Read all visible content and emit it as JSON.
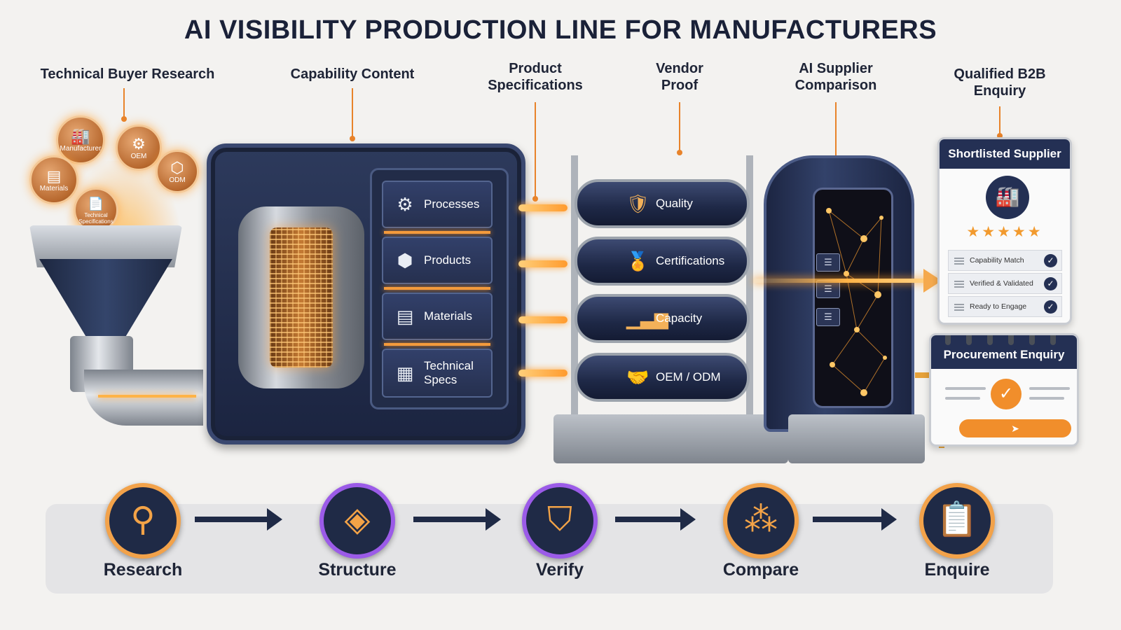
{
  "title": "AI VISIBILITY PRODUCTION LINE FOR MANUFACTURERS",
  "stages": [
    {
      "label": "Technical Buyer Research"
    },
    {
      "label": "Capability Content"
    },
    {
      "label": "Product\nSpecifications"
    },
    {
      "label": "Vendor\nProof"
    },
    {
      "label": "AI Supplier\nComparison"
    },
    {
      "label": "Qualified B2B\nEnquiry"
    }
  ],
  "inputs": [
    {
      "label": "Manufacturer",
      "icon": "factory-icon"
    },
    {
      "label": "OEM",
      "icon": "gear-icon"
    },
    {
      "label": "ODM",
      "icon": "cube-icon"
    },
    {
      "label": "Materials",
      "icon": "material-blocks-icon"
    },
    {
      "label": "Technical Specifications",
      "icon": "document-icon"
    }
  ],
  "content_panels": [
    {
      "label": "Processes",
      "icon": "gears-icon"
    },
    {
      "label": "Products",
      "icon": "cube-icon"
    },
    {
      "label": "Materials",
      "icon": "material-blocks-icon"
    },
    {
      "label": "Technical Specs",
      "icon": "document-icon"
    }
  ],
  "proof_cylinders": [
    {
      "label": "Quality",
      "icon": "shield-check-icon"
    },
    {
      "label": "Certifications",
      "icon": "award-badge-icon"
    },
    {
      "label": "Capacity",
      "icon": "bar-chart-icon"
    },
    {
      "label": "OEM / ODM",
      "icon": "handshake-icon"
    }
  ],
  "supplier_card": {
    "title": "Shortlisted Supplier",
    "stars": "★★★★★",
    "checks": [
      "Capability Match",
      "Verified & Validated",
      "Ready to Engage"
    ]
  },
  "procurement_card": {
    "title": "Procurement Enquiry"
  },
  "steps": [
    {
      "label": "Research",
      "icon": "magnifier-icon"
    },
    {
      "label": "Structure",
      "icon": "layers-icon"
    },
    {
      "label": "Verify",
      "icon": "shield-check-icon"
    },
    {
      "label": "Compare",
      "icon": "network-nodes-icon"
    },
    {
      "label": "Enquire",
      "icon": "clipboard-pen-icon"
    }
  ],
  "colors": {
    "navy": "#1f2a46",
    "orange": "#f2a24a",
    "purple": "#9b5be8",
    "background": "#f3f2f0"
  }
}
